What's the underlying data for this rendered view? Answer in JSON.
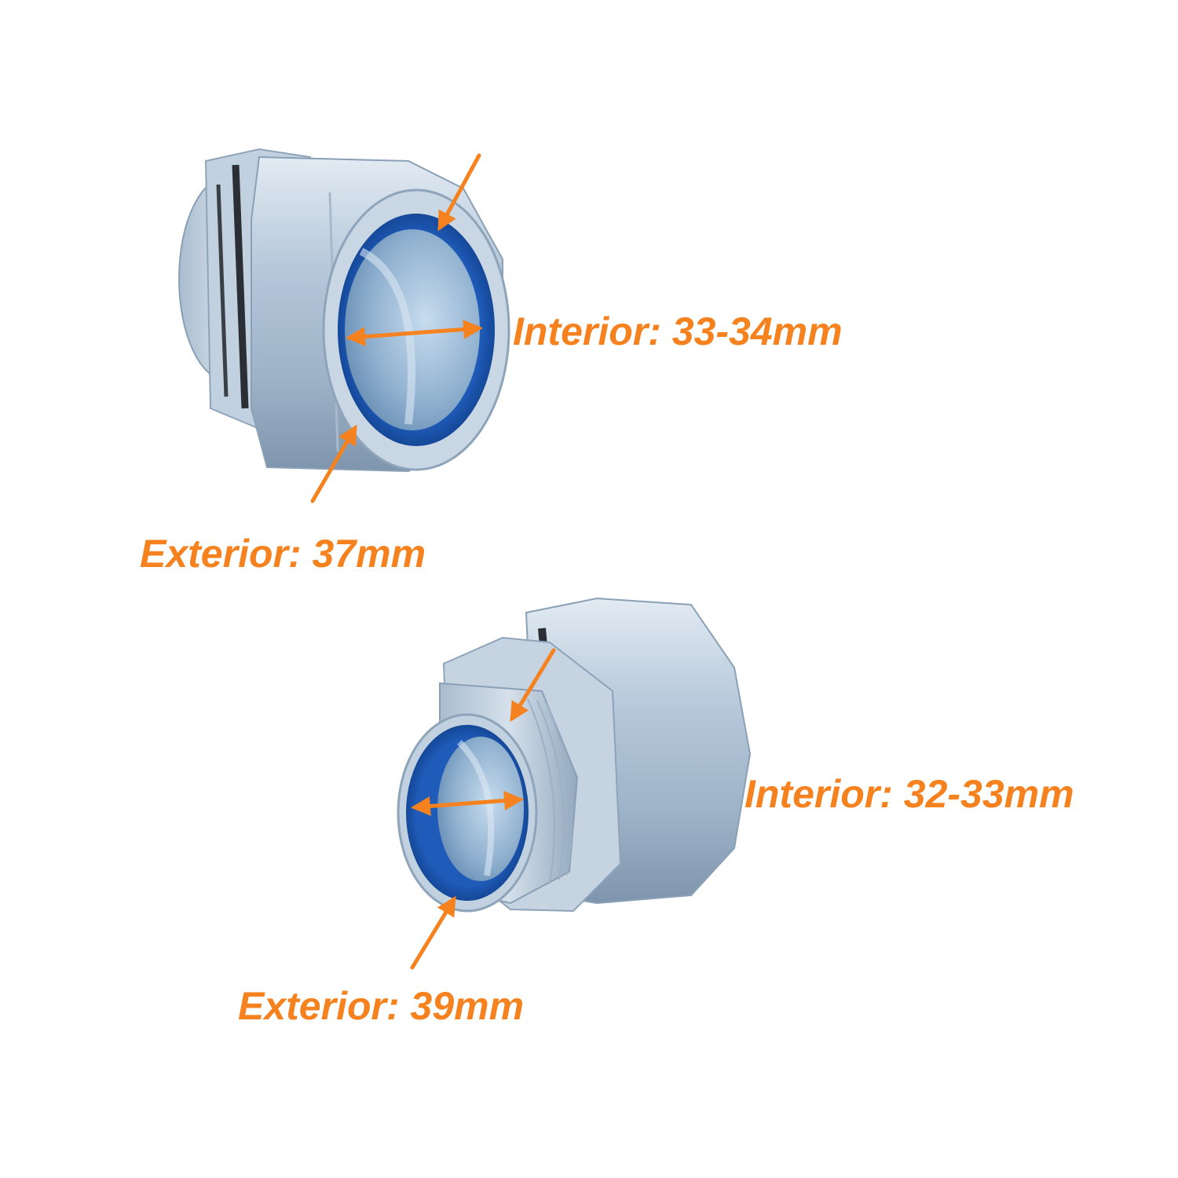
{
  "accent_color": "#f5821f",
  "liner_color": "#1e56b0",
  "metal_color": "#b9cadb",
  "connectors": [
    {
      "id": "connector-1",
      "interior_label": "Interior: 33-34mm",
      "exterior_label": "Exterior: 37mm"
    },
    {
      "id": "connector-2",
      "interior_label": "Interior: 32-33mm",
      "exterior_label": "Exterior: 39mm"
    }
  ]
}
